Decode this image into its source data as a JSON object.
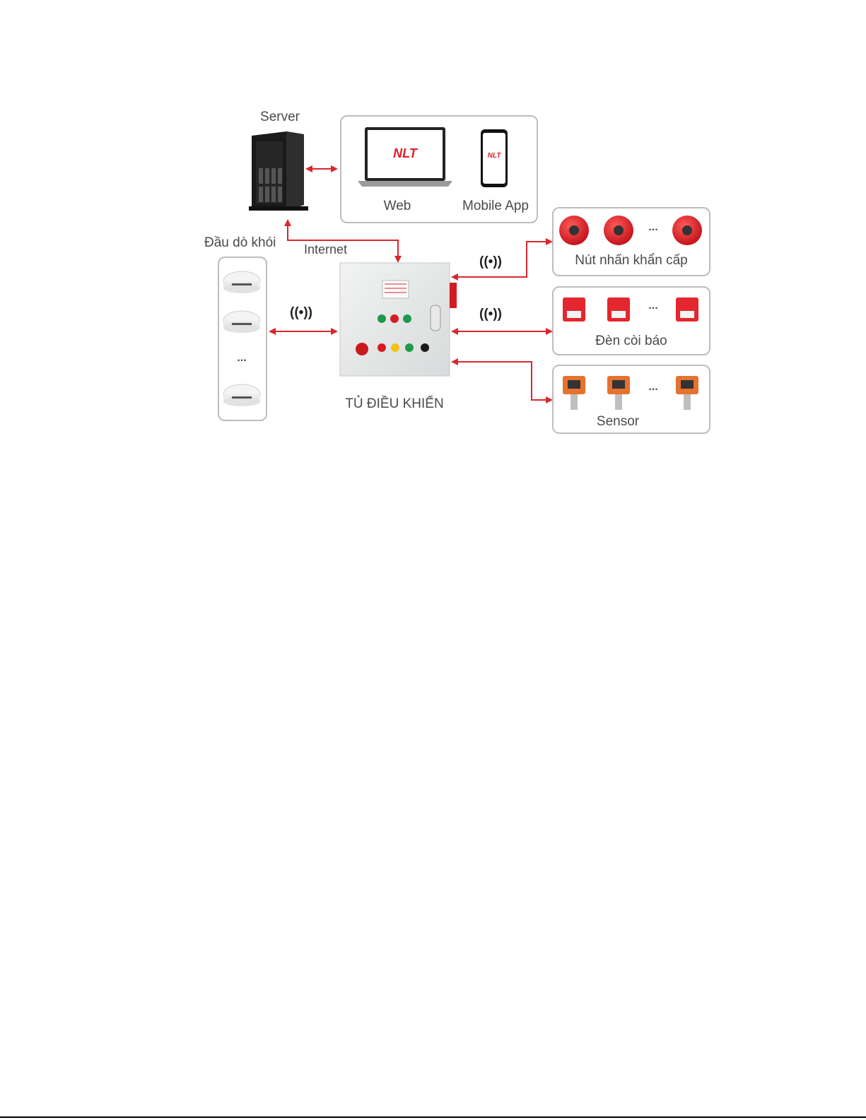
{
  "labels": {
    "server": "Server",
    "web": "Web",
    "mobile_app": "Mobile App",
    "internet": "Internet",
    "smoke_detectors": "Đầu dò khói",
    "control_cabinet": "TỦ ĐIỀU KHIỂN",
    "emergency_buttons": "Nút nhấn khẩn cấp",
    "alarm_lights": "Đèn còi báo",
    "sensor": "Sensor",
    "ellipsis": "...",
    "wireless": "((•))"
  },
  "brand": {
    "logo_text": "NLT",
    "color": "#e0202a"
  },
  "colors": {
    "arrow": "#d9272e",
    "box_border": "#bdbdbd",
    "text": "#4a4a4a"
  }
}
